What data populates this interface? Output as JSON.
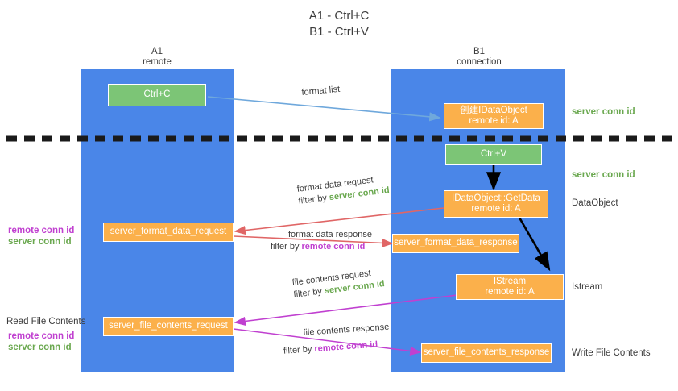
{
  "title": {
    "line1": "A1 - Ctrl+C",
    "line2": "B1 - Ctrl+V"
  },
  "lanes": [
    {
      "id": "a1",
      "title": "A1",
      "subtitle": "remote"
    },
    {
      "id": "b1",
      "title": "B1",
      "subtitle": "connection"
    }
  ],
  "nodes": {
    "ctrl_c": {
      "line1": "Ctrl+C"
    },
    "create_idataobject": {
      "line1": "创建IDataObject",
      "line2": "remote id: A"
    },
    "ctrl_v": {
      "line1": "Ctrl+V"
    },
    "idataobject_getdata": {
      "line1": "IDataObject::GetData",
      "line2": "remote id: A"
    },
    "istream": {
      "line1": "IStream",
      "line2": "remote id: A"
    },
    "server_format_data_request": {
      "line1": "server_format_data_request"
    },
    "server_format_data_response": {
      "line1": "server_format_data_response"
    },
    "server_file_contents_request": {
      "line1": "server_file_contents_request"
    },
    "server_file_contents_response": {
      "line1": "server_file_contents_response"
    }
  },
  "edges": {
    "format_list": {
      "line1": "format list"
    },
    "format_data_request": {
      "line1": "format data request",
      "prefix": "filter by ",
      "tag": "server conn id"
    },
    "format_data_response": {
      "line1": "format data response",
      "prefix": "filter by ",
      "tag": "remote conn id"
    },
    "file_contents_request": {
      "line1": "file contents request",
      "prefix": "filter by ",
      "tag": "server conn id"
    },
    "file_contents_response": {
      "line1": "file contents response",
      "prefix": "filter by ",
      "tag": "remote conn id"
    }
  },
  "right_labels": {
    "server_conn_id_top": "server conn id",
    "server_conn_id_second": "server conn id",
    "dataobject": "DataObject",
    "istream": "Istream",
    "write_file_contents": "Write File Contents"
  },
  "left_labels": {
    "remote_conn_id_1": "remote conn id",
    "server_conn_id_1": "server conn id",
    "read_file_contents": "Read File Contents",
    "remote_conn_id_2": "remote conn id",
    "server_conn_id_2": "server conn id"
  },
  "colors": {
    "lane": "#4a86e8",
    "orange": "#fbb04b",
    "green": "#7cc576",
    "green_text": "#6aa84f",
    "purple_text": "#c040d0",
    "arrow_blue": "#6fa8dc",
    "arrow_black": "#000000",
    "arrow_red": "#e06666",
    "arrow_purple": "#c040d0",
    "divider": "#1a1a1a"
  }
}
